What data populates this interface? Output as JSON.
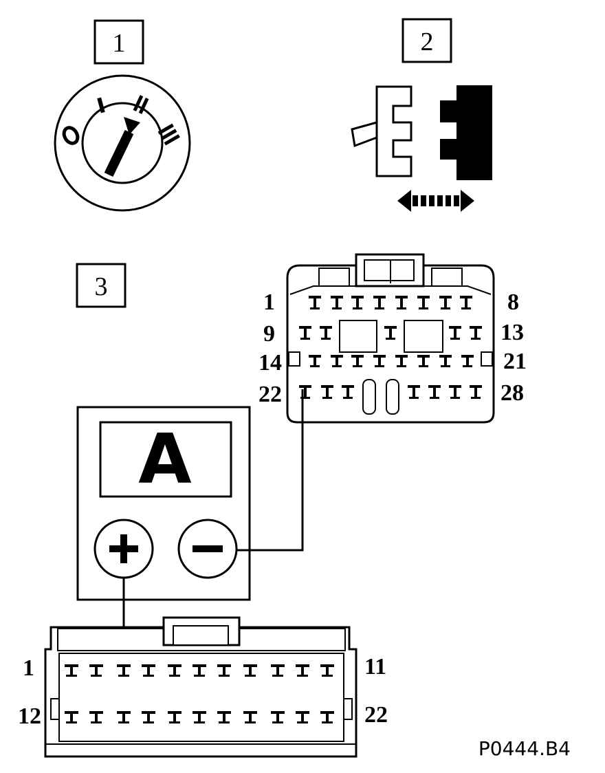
{
  "steps": {
    "one": "1",
    "two": "2",
    "three": "3"
  },
  "ignition": {
    "pos_0": "O",
    "pos_1": "I",
    "pos_2": "II",
    "pos_3": "III"
  },
  "connector_28": {
    "top_left": "1",
    "top_right": "8",
    "row2_left": "9",
    "row2_right": "13",
    "row3_left": "14",
    "row3_right": "21",
    "row4_left": "22",
    "row4_right": "28"
  },
  "ammeter": {
    "symbol": "A",
    "plus": "+",
    "minus": "−"
  },
  "connector_22": {
    "row1_left": "1",
    "row1_right": "11",
    "row2_left": "12",
    "row2_right": "22"
  },
  "reference": "P0444.B4"
}
